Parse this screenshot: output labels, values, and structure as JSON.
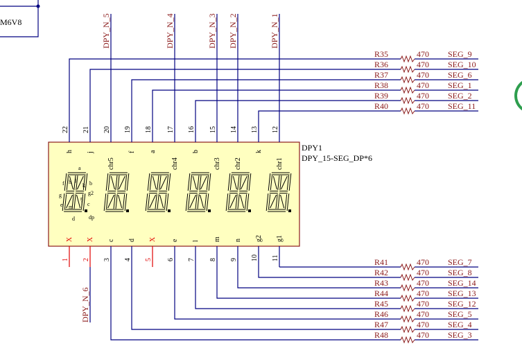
{
  "top_left_label": "M6V8",
  "component": {
    "designator": "DPY1",
    "part": "DPY_15-SEG_DP*6",
    "top_pins": [
      {
        "num": "22",
        "name": "h"
      },
      {
        "num": "21",
        "name": "j"
      },
      {
        "num": "20",
        "name": "chr5"
      },
      {
        "num": "19",
        "name": "f"
      },
      {
        "num": "18",
        "name": "a"
      },
      {
        "num": "17",
        "name": "chr4"
      },
      {
        "num": "16",
        "name": "b"
      },
      {
        "num": "15",
        "name": "chr3"
      },
      {
        "num": "14",
        "name": "chr2"
      },
      {
        "num": "13",
        "name": "k"
      },
      {
        "num": "12",
        "name": "chr1"
      }
    ],
    "bottom_pins": [
      {
        "num": "1",
        "name": "X",
        "nc": true
      },
      {
        "num": "2",
        "name": "X",
        "nc": true
      },
      {
        "num": "3",
        "name": "c"
      },
      {
        "num": "4",
        "name": "d"
      },
      {
        "num": "5",
        "name": "X",
        "nc": true
      },
      {
        "num": "6",
        "name": "e"
      },
      {
        "num": "7",
        "name": "l"
      },
      {
        "num": "8",
        "name": "m"
      },
      {
        "num": "9",
        "name": "n"
      },
      {
        "num": "10",
        "name": "g2"
      },
      {
        "num": "11",
        "name": "g1"
      }
    ],
    "segment_labels": {
      "a": "a",
      "b": "b",
      "c": "c",
      "d": "d",
      "e": "e",
      "f": "f",
      "g1": "g",
      "g2": "g2",
      "h": "h",
      "j": "j",
      "k": "k",
      "l": "l",
      "m": "m",
      "n": "n",
      "dp": "dp"
    }
  },
  "net_labels_top": [
    "DPY_N_5",
    "DPY_N_4",
    "DPY_N_3",
    "DPY_N_2",
    "DPY_N_1"
  ],
  "net_label_bottom": "DPY_N_6",
  "resistors_top": [
    {
      "ref": "R35",
      "value": "470",
      "net": "SEG_9"
    },
    {
      "ref": "R36",
      "value": "470",
      "net": "SEG_10"
    },
    {
      "ref": "R37",
      "value": "470",
      "net": "SEG_6"
    },
    {
      "ref": "R38",
      "value": "470",
      "net": "SEG_1"
    },
    {
      "ref": "R39",
      "value": "470",
      "net": "SEG_2"
    },
    {
      "ref": "R40",
      "value": "470",
      "net": "SEG_11"
    }
  ],
  "resistors_bottom": [
    {
      "ref": "R41",
      "value": "470",
      "net": "SEG_7"
    },
    {
      "ref": "R42",
      "value": "470",
      "net": "SEG_8"
    },
    {
      "ref": "R43",
      "value": "470",
      "net": "SEG_14"
    },
    {
      "ref": "R44",
      "value": "470",
      "net": "SEG_13"
    },
    {
      "ref": "R45",
      "value": "470",
      "net": "SEG_12"
    },
    {
      "ref": "R46",
      "value": "470",
      "net": "SEG_5"
    },
    {
      "ref": "R47",
      "value": "470",
      "net": "SEG_4"
    },
    {
      "ref": "R48",
      "value": "470",
      "net": "SEG_3"
    }
  ],
  "colors": {
    "wire": "#000080",
    "text_red": "#8b1a1a",
    "body_fill": "#ffffc0",
    "body_stroke": "#8b1a1a",
    "nc_pin": "#e00000"
  }
}
